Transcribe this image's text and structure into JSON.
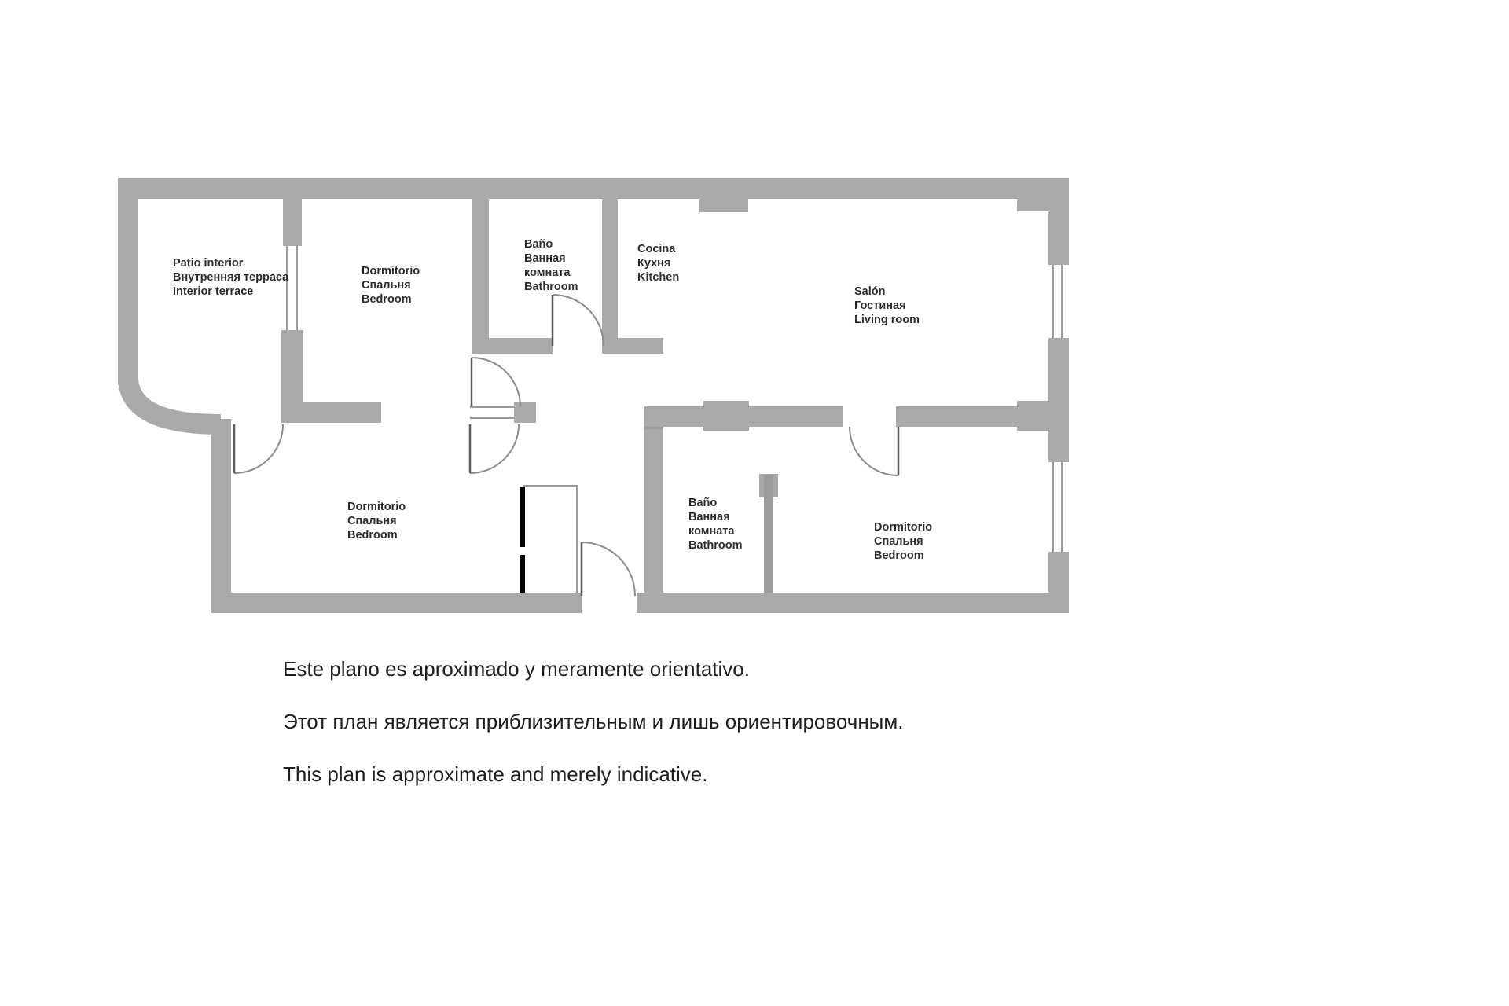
{
  "colors": {
    "wall": "#a9a9a9",
    "wall_line": "#9b9b9b",
    "door": "#8c8c8c",
    "door_leaf": "#5a5a5a",
    "black_leaf": "#000000",
    "label_text": "#2d2d2d",
    "disclaimer_text": "#1f1f1f",
    "background": "#ffffff"
  },
  "rooms": [
    {
      "id": "patio-interior",
      "lines": [
        "Patio interior",
        "Внутренняя терраса",
        "Interior terrace"
      ]
    },
    {
      "id": "bedroom-top",
      "lines": [
        "Dormitorio",
        "Спальня",
        "Bedroom"
      ]
    },
    {
      "id": "bathroom-top",
      "lines": [
        "Baño",
        "Ванная",
        "комната",
        "Bathroom"
      ]
    },
    {
      "id": "kitchen",
      "lines": [
        "Cocina",
        "Кухня",
        "Kitchen"
      ]
    },
    {
      "id": "living-room",
      "lines": [
        "Salón",
        "Гостиная",
        "Living room"
      ]
    },
    {
      "id": "bedroom-bottom-left",
      "lines": [
        "Dormitorio",
        "Спальня",
        "Bedroom"
      ]
    },
    {
      "id": "bathroom-bottom",
      "lines": [
        "Baño",
        "Ванная",
        "комната",
        "Bathroom"
      ]
    },
    {
      "id": "bedroom-bottom-right",
      "lines": [
        "Dormitorio",
        "Спальня",
        "Bedroom"
      ]
    }
  ],
  "disclaimers": {
    "es": "Este plano es aproximado y meramente orientativo.",
    "ru": "Этот план является приблизительным и лишь ориентировочным.",
    "en": "This plan is approximate and merely indicative."
  }
}
